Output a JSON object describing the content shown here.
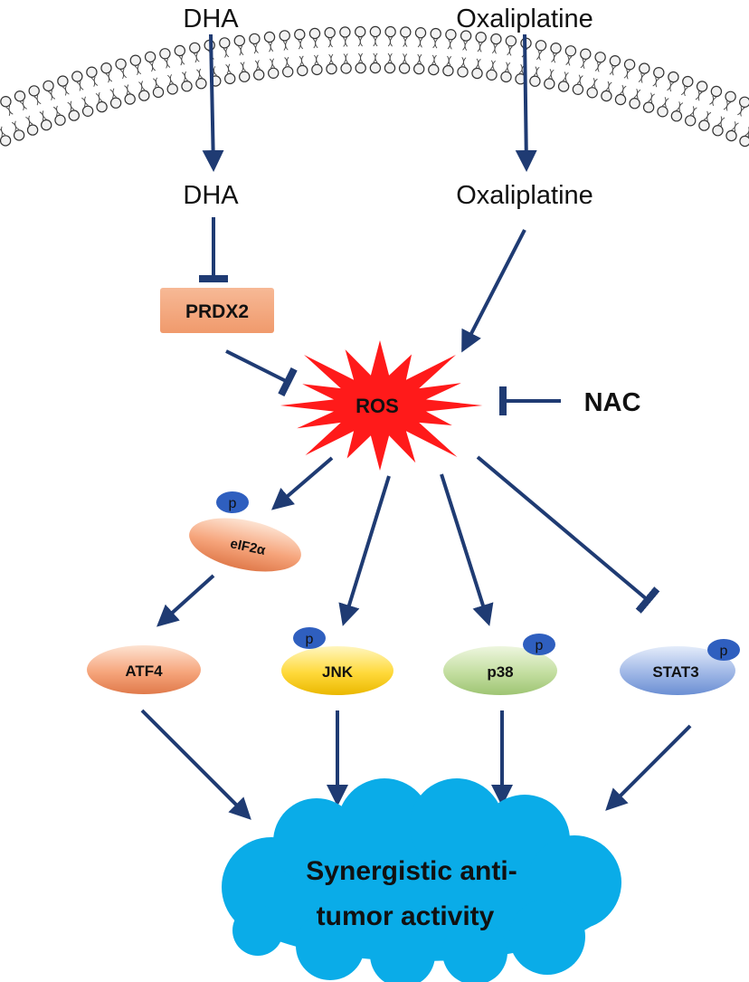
{
  "inputs": {
    "dha_outside": "DHA",
    "oxali_outside": "Oxaliplatine",
    "dha_inside": "DHA",
    "oxali_inside": "Oxaliplatine"
  },
  "nodes": {
    "prdx2": "PRDX2",
    "ros": "ROS",
    "nac": "NAC",
    "eif2a": "eIF2α",
    "atf4": "ATF4",
    "jnk": "JNK",
    "p38": "p38",
    "stat3": "STAT3",
    "phospho": "p"
  },
  "outcome": {
    "line1": "Synergistic anti-",
    "line2": "tumor activity"
  },
  "colors": {
    "arrow": "#1f3b73",
    "ros_burst": "#ff1a1a",
    "prdx2_box": "#f4a980",
    "cloud": "#0aace8",
    "phospho_badge": "#2f5fbf"
  }
}
